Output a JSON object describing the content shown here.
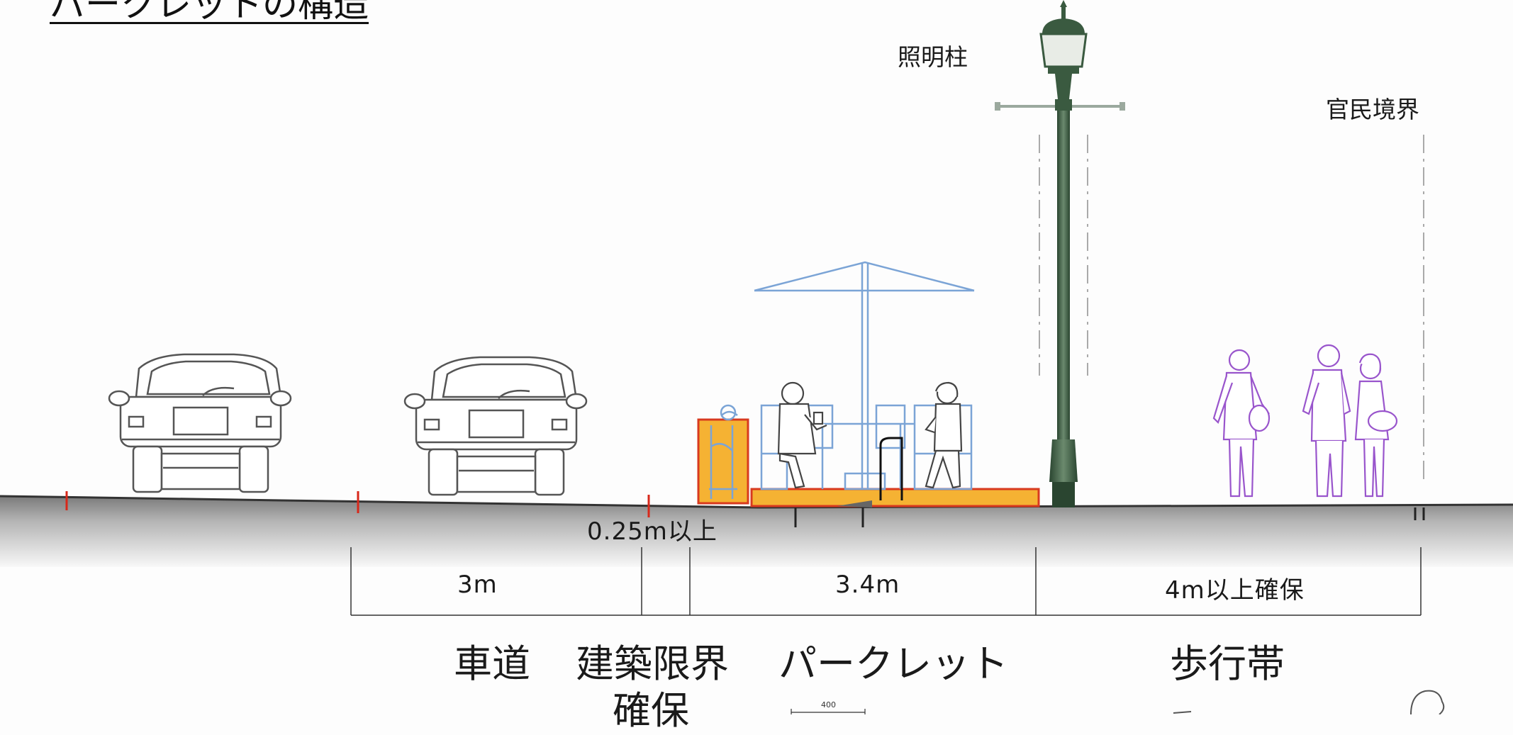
{
  "heading": "パークレットの構造",
  "labels": {
    "lamp_post": "照明柱",
    "boundary": "官民境界",
    "min_clearance": "0.25m以上",
    "scale_value": "400"
  },
  "dimensions": {
    "roadway_width": "3m",
    "parklet_width": "3.4m",
    "sidewalk_width": "4m以上確保"
  },
  "zones": {
    "roadway": "車道",
    "clearance_line1": "建築限界",
    "clearance_line2": "確保",
    "parklet": "パークレット",
    "sidewalk": "歩行帯"
  },
  "colors": {
    "parklet_deck": "#f5b233",
    "parklet_edge": "#d83a1f",
    "umbrella": "#7ba4d6",
    "pedestrians": "#9955cc",
    "lamp": "#3a5a40",
    "road_marker": "#d8281a"
  }
}
